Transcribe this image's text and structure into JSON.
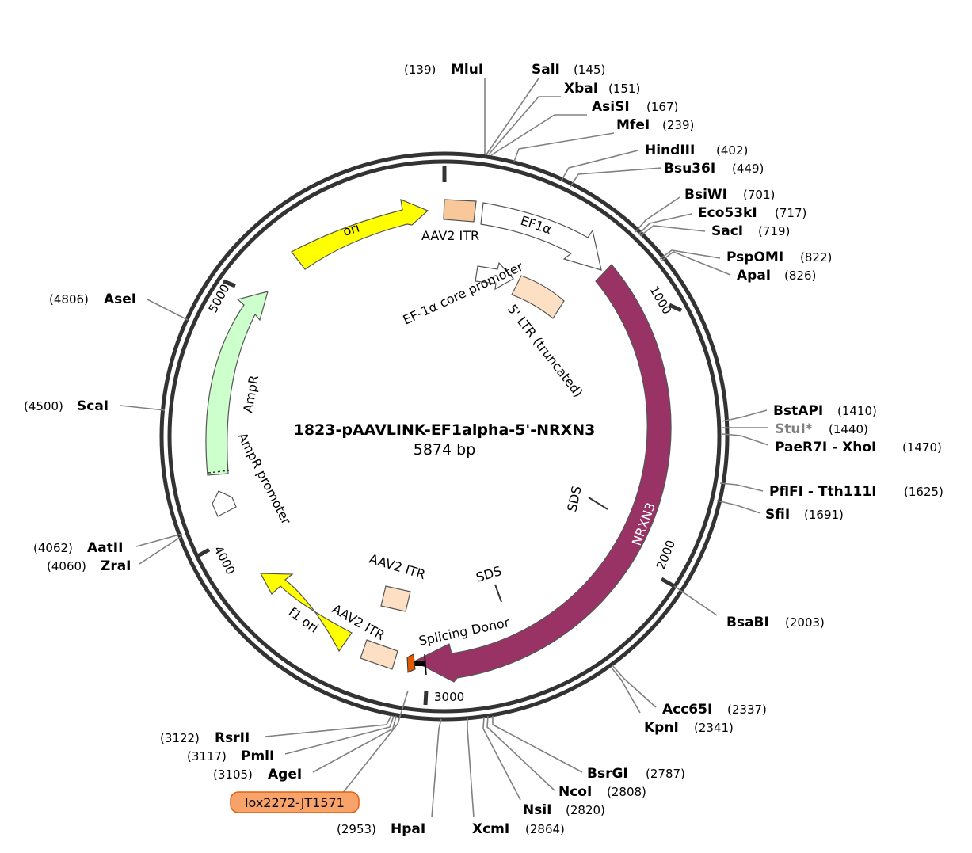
{
  "plasmid": {
    "name": "1823-pAAVLINK-EF1alpha-5'-NRXN3",
    "size_label": "5874 bp",
    "length": 5874
  },
  "ticks": [
    {
      "label": "1000",
      "bp": 1000
    },
    {
      "label": "2000",
      "bp": 2000
    },
    {
      "label": "3000",
      "bp": 3000
    },
    {
      "label": "4000",
      "bp": 4000
    },
    {
      "label": "5000",
      "bp": 5000
    }
  ],
  "features": [
    {
      "id": "ori",
      "label": "ori",
      "color": "#ffff00"
    },
    {
      "id": "aav2-itr-top",
      "label": "AAV2 ITR",
      "color": "#f8c89a"
    },
    {
      "id": "ef1a",
      "label": "EF1α",
      "color": "#ffffff"
    },
    {
      "id": "ef1a-core",
      "label": "EF-1α core promoter",
      "color": "#ffffff"
    },
    {
      "id": "ltr",
      "label": "5' LTR (truncated)",
      "color": "#fde0c4"
    },
    {
      "id": "nrxn3",
      "label": "NRXN3",
      "color": "#993366"
    },
    {
      "id": "sds-1",
      "label": "SDS",
      "color": "#000000"
    },
    {
      "id": "sds-2",
      "label": "SDS",
      "color": "#000000"
    },
    {
      "id": "splicing-donor",
      "label": "Splicing Donor",
      "color": "#000000"
    },
    {
      "id": "aav2-itr-inner",
      "label": "AAV2 ITR",
      "color": "#fde0c4"
    },
    {
      "id": "aav2-itr-lower",
      "label": "AAV2 ITR",
      "color": "#fde0c4"
    },
    {
      "id": "f1-ori",
      "label": "f1 ori",
      "color": "#ffff00"
    },
    {
      "id": "ampr",
      "label": "AmpR",
      "color": "#ccffcc"
    },
    {
      "id": "ampr-promoter",
      "label": "AmpR promoter",
      "color": "#ffffff"
    },
    {
      "id": "lox",
      "label": "lox2272-JT1571",
      "color": "#f8a36a"
    }
  ],
  "enzymes": [
    {
      "name": "MluI",
      "position": "(139)"
    },
    {
      "name": "SalI",
      "position": "(145)"
    },
    {
      "name": "XbaI",
      "position": "(151)"
    },
    {
      "name": "AsiSI",
      "position": "(167)"
    },
    {
      "name": "MfeI",
      "position": "(239)"
    },
    {
      "name": "HindIII",
      "position": "(402)"
    },
    {
      "name": "Bsu36I",
      "position": "(449)"
    },
    {
      "name": "BsiWI",
      "position": "(701)"
    },
    {
      "name": "Eco53kI",
      "position": "(717)"
    },
    {
      "name": "SacI",
      "position": "(719)"
    },
    {
      "name": "PspOMI",
      "position": "(822)"
    },
    {
      "name": "ApaI",
      "position": "(826)"
    },
    {
      "name": "BstAPI",
      "position": "(1410)"
    },
    {
      "name": "StuI*",
      "position": "(1440)"
    },
    {
      "name": "PaeR7I - XhoI",
      "position": "(1470)"
    },
    {
      "name": "PflFI - Tth111I",
      "position": "(1625)"
    },
    {
      "name": "SfiI",
      "position": "(1691)"
    },
    {
      "name": "BsaBI",
      "position": "(2003)"
    },
    {
      "name": "Acc65I",
      "position": "(2337)"
    },
    {
      "name": "KpnI",
      "position": "(2341)"
    },
    {
      "name": "BsrGI",
      "position": "(2787)"
    },
    {
      "name": "NcoI",
      "position": "(2808)"
    },
    {
      "name": "NsiI",
      "position": "(2820)"
    },
    {
      "name": "XcmI",
      "position": "(2864)"
    },
    {
      "name": "HpaI",
      "position": "(2953)"
    },
    {
      "name": "AgeI",
      "position": "(3105)"
    },
    {
      "name": "PmlI",
      "position": "(3117)"
    },
    {
      "name": "RsrII",
      "position": "(3122)"
    },
    {
      "name": "ZraI",
      "position": "(4060)"
    },
    {
      "name": "AatII",
      "position": "(4062)"
    },
    {
      "name": "ScaI",
      "position": "(4500)"
    },
    {
      "name": "AseI",
      "position": "(4806)"
    }
  ]
}
